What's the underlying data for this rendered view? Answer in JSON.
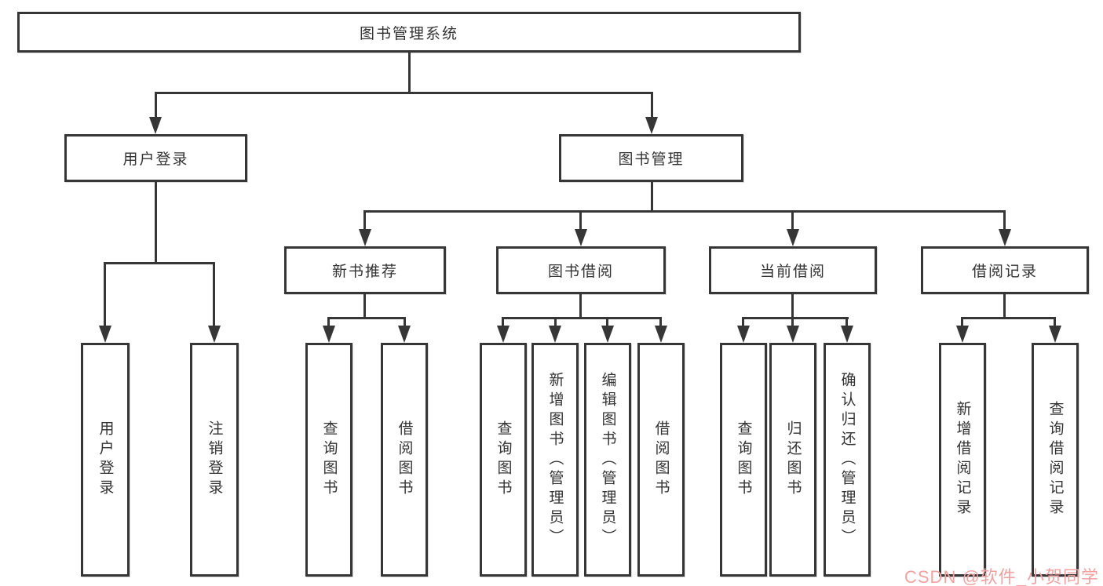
{
  "colors": {
    "line": "#363636",
    "box_border": "#363636",
    "box_fill": "#ffffff",
    "text": "#333333",
    "watermark": "#f0a2a2",
    "background": "#ffffff"
  },
  "diagram": {
    "root": {
      "label": "图书管理系统"
    },
    "user_login": {
      "label": "用户登录",
      "leaves": [
        {
          "label": "用户登录"
        },
        {
          "label": "注销登录"
        }
      ]
    },
    "book_mgmt": {
      "label": "图书管理",
      "groups": [
        {
          "label": "新书推荐",
          "leaves": [
            {
              "label": "查询图书"
            },
            {
              "label": "借阅图书"
            }
          ]
        },
        {
          "label": "图书借阅",
          "leaves": [
            {
              "label": "查询图书"
            },
            {
              "label": "新增图书（管理员）"
            },
            {
              "label": "编辑图书（管理员）"
            },
            {
              "label": "借阅图书"
            }
          ]
        },
        {
          "label": "当前借阅",
          "leaves": [
            {
              "label": "查询图书"
            },
            {
              "label": "归还图书"
            },
            {
              "label": "确认归还（管理员）"
            }
          ]
        },
        {
          "label": "借阅记录",
          "leaves": [
            {
              "label": "新增借阅记录"
            },
            {
              "label": "查询借阅记录"
            }
          ]
        }
      ]
    }
  },
  "watermark": {
    "text": "CSDN @软件_小贺同学"
  }
}
